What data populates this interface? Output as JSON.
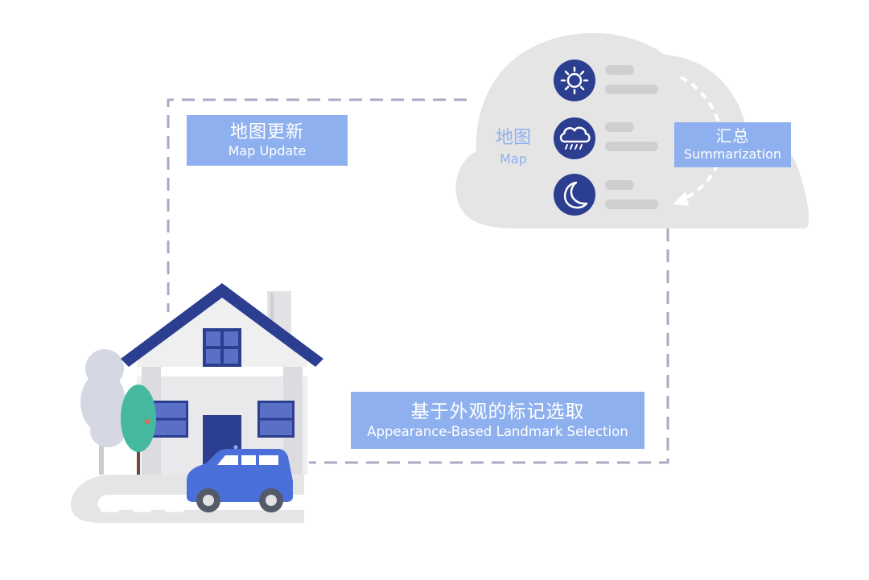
{
  "labels": {
    "map_update": {
      "zh": "地图更新",
      "en": "Map Update"
    },
    "appearance_selection": {
      "zh": "基于外观的标记选取",
      "en": "Appearance-Based Landmark Selection"
    },
    "summarization": {
      "zh": "汇总",
      "en": "Summarization"
    },
    "cloud_map": {
      "zh": "地图",
      "en": "Map"
    }
  },
  "icons": [
    "sun-icon",
    "rain-cloud-icon",
    "moon-icon"
  ],
  "colors": {
    "label_fill": "#8fb0ee",
    "cloud": "#e5e5e6",
    "navy": "#2c3e8f",
    "dashed_line": "#a9a9c4",
    "car": "#4a6fd8"
  }
}
